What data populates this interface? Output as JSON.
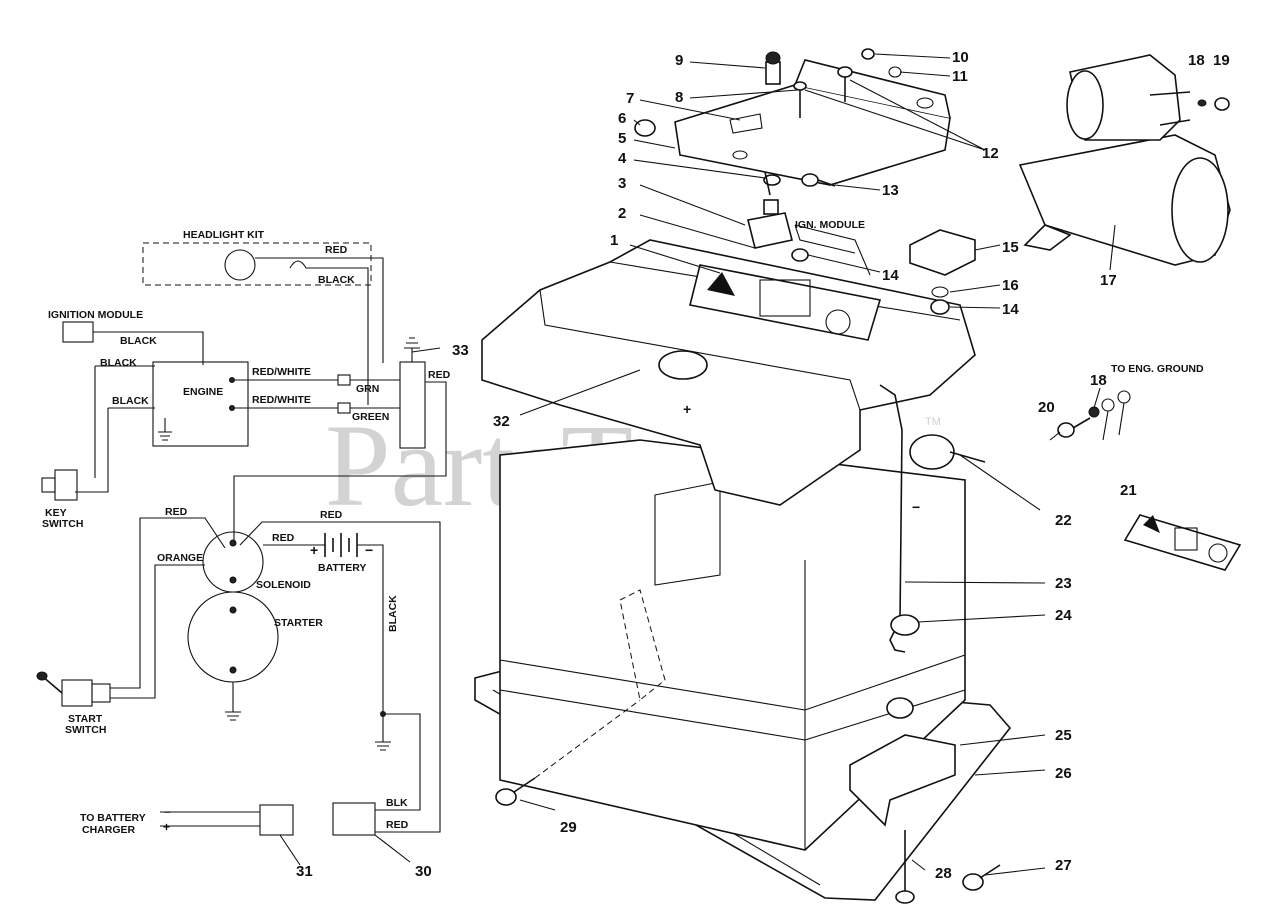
{
  "watermark": {
    "text": "PartsTree",
    "tm": "TM"
  },
  "wiring": {
    "headlight_kit": "HEADLIGHT KIT",
    "red": "RED",
    "black": "BLACK",
    "ignition_module": "IGNITION MODULE",
    "engine": "ENGINE",
    "red_white": "RED/WHITE",
    "grn": "GRN",
    "green": "GREEN",
    "key_switch_line1": "KEY",
    "key_switch_line2": "SWITCH",
    "orange": "ORANGE",
    "solenoid": "SOLENOID",
    "starter": "STARTER",
    "battery": "BATTERY",
    "plus": "+",
    "minus": "−",
    "start_switch_line1": "START",
    "start_switch_line2": "SWITCH",
    "to_battery_charger_line1": "TO BATTERY",
    "to_battery_charger_line2": "CHARGER",
    "blk": "BLK"
  },
  "exploded": {
    "ign_module": "IGN. MODULE",
    "to_eng_ground": "TO ENG. GROUND",
    "battery_plus": "+",
    "battery_minus": "−"
  },
  "parts": [
    {
      "no": "1"
    },
    {
      "no": "2"
    },
    {
      "no": "3"
    },
    {
      "no": "4"
    },
    {
      "no": "5"
    },
    {
      "no": "6"
    },
    {
      "no": "7"
    },
    {
      "no": "8"
    },
    {
      "no": "9"
    },
    {
      "no": "10"
    },
    {
      "no": "11"
    },
    {
      "no": "12"
    },
    {
      "no": "13"
    },
    {
      "no": "14"
    },
    {
      "no": "14"
    },
    {
      "no": "15"
    },
    {
      "no": "16"
    },
    {
      "no": "17"
    },
    {
      "no": "18"
    },
    {
      "no": "19"
    },
    {
      "no": "18"
    },
    {
      "no": "20"
    },
    {
      "no": "21"
    },
    {
      "no": "22"
    },
    {
      "no": "23"
    },
    {
      "no": "24"
    },
    {
      "no": "25"
    },
    {
      "no": "26"
    },
    {
      "no": "27"
    },
    {
      "no": "28"
    },
    {
      "no": "29"
    },
    {
      "no": "30"
    },
    {
      "no": "31"
    },
    {
      "no": "32"
    },
    {
      "no": "33"
    }
  ]
}
